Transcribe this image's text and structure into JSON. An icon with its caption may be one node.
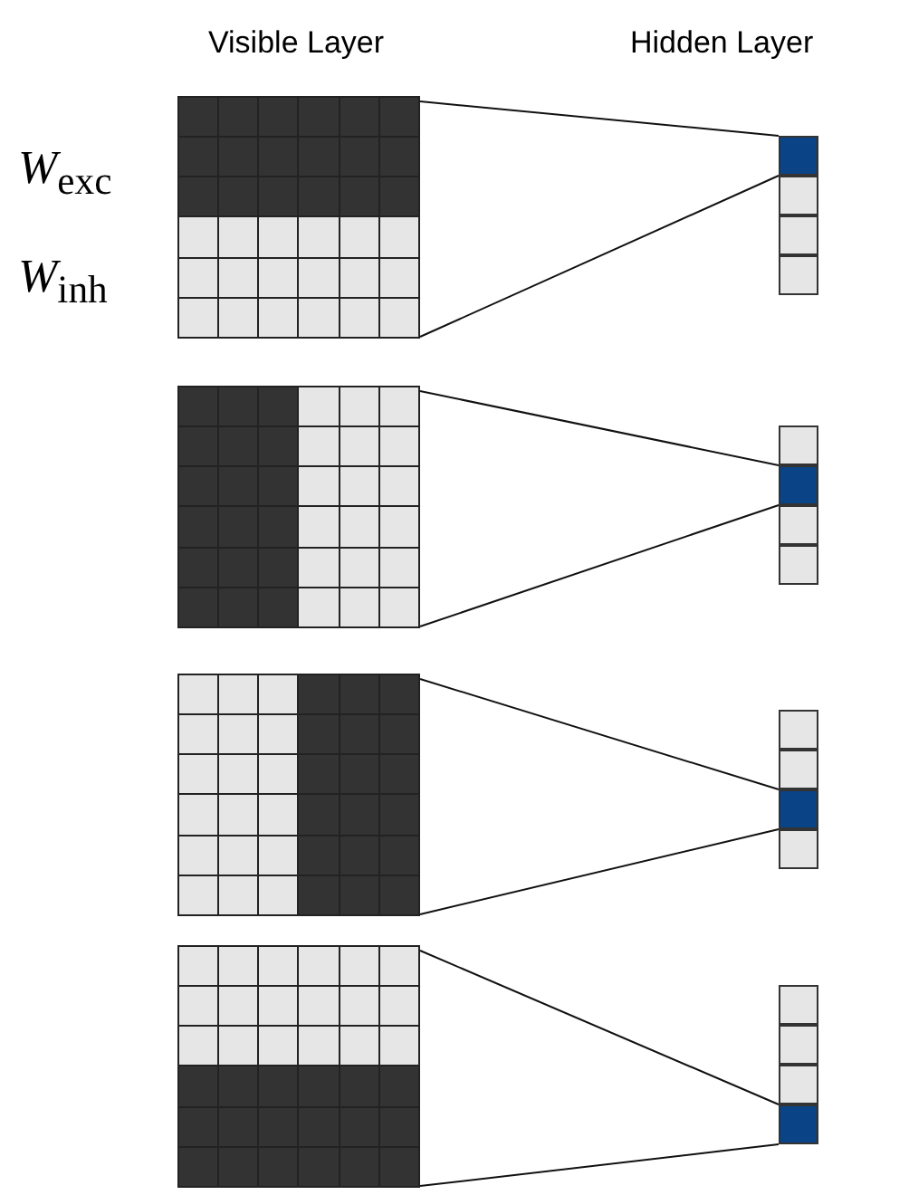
{
  "diagram": {
    "nodes": [
      {
        "text": [],
        "shape": "grid"
      },
      {
        "text": [],
        "shape": "box"
      },
      {
        "text": [],
        "shape": "box"
      },
      {
        "text": [],
        "shape": "box"
      },
      {
        "text": [],
        "shape": "box"
      },
      {
        "text": [],
        "shape": "grid"
      },
      {
        "text": [],
        "shape": "box"
      },
      {
        "text": [],
        "shape": "box"
      },
      {
        "text": [],
        "shape": "box"
      },
      {
        "text": [],
        "shape": "box"
      },
      {
        "text": [],
        "shape": "grid"
      },
      {
        "text": [],
        "shape": "box"
      },
      {
        "text": [],
        "shape": "box"
      },
      {
        "text": [],
        "shape": "box"
      },
      {
        "text": [],
        "shape": "box"
      },
      {
        "text": [],
        "shape": "grid"
      },
      {
        "text": [],
        "shape": "box"
      },
      {
        "text": [],
        "shape": "box"
      },
      {
        "text": [],
        "shape": "box"
      },
      {
        "text": [],
        "shape": "box"
      }
    ],
    "edges": [
      {
        "from": 0,
        "to": 1,
        "arrow": "none"
      },
      {
        "from": 0,
        "to": 1,
        "arrow": "none"
      },
      {
        "from": 5,
        "to": 7,
        "arrow": "none"
      },
      {
        "from": 5,
        "to": 7,
        "arrow": "none"
      },
      {
        "from": 10,
        "to": 13,
        "arrow": "none"
      },
      {
        "from": 10,
        "to": 13,
        "arrow": "none"
      },
      {
        "from": 15,
        "to": 19,
        "arrow": "none"
      },
      {
        "from": 15,
        "to": 19,
        "arrow": "none"
      }
    ],
    "labels": [
      "Visible Layer",
      "Hidden Layer",
      "*W*$_{exc}$",
      "*W*$_{inh}$"
    ]
  }
}
